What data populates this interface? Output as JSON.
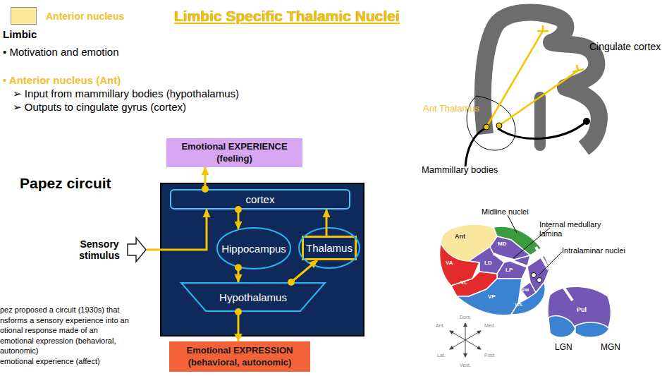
{
  "diagram": {
    "title": "Limbic Specific Thalamic Nuclei",
    "nodes": [
      {
        "text": [
          "Emotional EXPERIENCE (feeling)"
        ]
      },
      {
        "text": [
          "cortex"
        ]
      },
      {
        "text": [
          "Hippocampus"
        ]
      },
      {
        "text": [
          "Thalamus"
        ]
      },
      {
        "text": [
          "Hypothalamus"
        ]
      },
      {
        "text": [
          "Emotional EXPRESSION (behavioral, autonomic)"
        ]
      },
      {
        "text": [
          "Sensory stimulus"
        ]
      }
    ],
    "edges": [
      {
        "from": 6,
        "to": 1,
        "arrow": "to"
      },
      {
        "from": 1,
        "to": 0,
        "arrow": "to"
      },
      {
        "from": 1,
        "to": 2,
        "arrow": "to"
      },
      {
        "from": 2,
        "to": 4,
        "arrow": "to"
      },
      {
        "from": 4,
        "to": 3,
        "arrow": "to"
      },
      {
        "from": 3,
        "to": 1,
        "arrow": "to"
      },
      {
        "from": 4,
        "to": 5,
        "arrow": "to"
      }
    ],
    "labels": [
      "Limbic",
      "• Motivation and emotion",
      "• Anterior nucleus (Ant)",
      "➢ Input from mammillary bodies (hypothalamus)",
      "➢ Outputs to cingulate gyrus (cortex)",
      "Papez circuit",
      "pez proposed a circuit (1930s) that",
      "nsforms a sensory experience into an",
      "otional response made of an",
      "emotional expression (behavioral,",
      "autonomic)",
      "emotional experience (affect)",
      "Cingulate cortex",
      "Ant Thalamus",
      "Mammillary bodies",
      "Midline nuclei",
      "Internal medullary lamina",
      "Intralaminar nuclei",
      "Ant",
      "MD",
      "LD",
      "VA",
      "LP",
      "VL",
      "VPM",
      "VP",
      "VPL",
      "Pul",
      "LGN",
      "MGN",
      "Dors.",
      "Ant.",
      "Med.",
      "Lat.",
      "Post.",
      "Vent."
    ],
    "legend": [
      {
        "text": "Anterior nucleus",
        "color": "#fbe99a"
      }
    ]
  }
}
